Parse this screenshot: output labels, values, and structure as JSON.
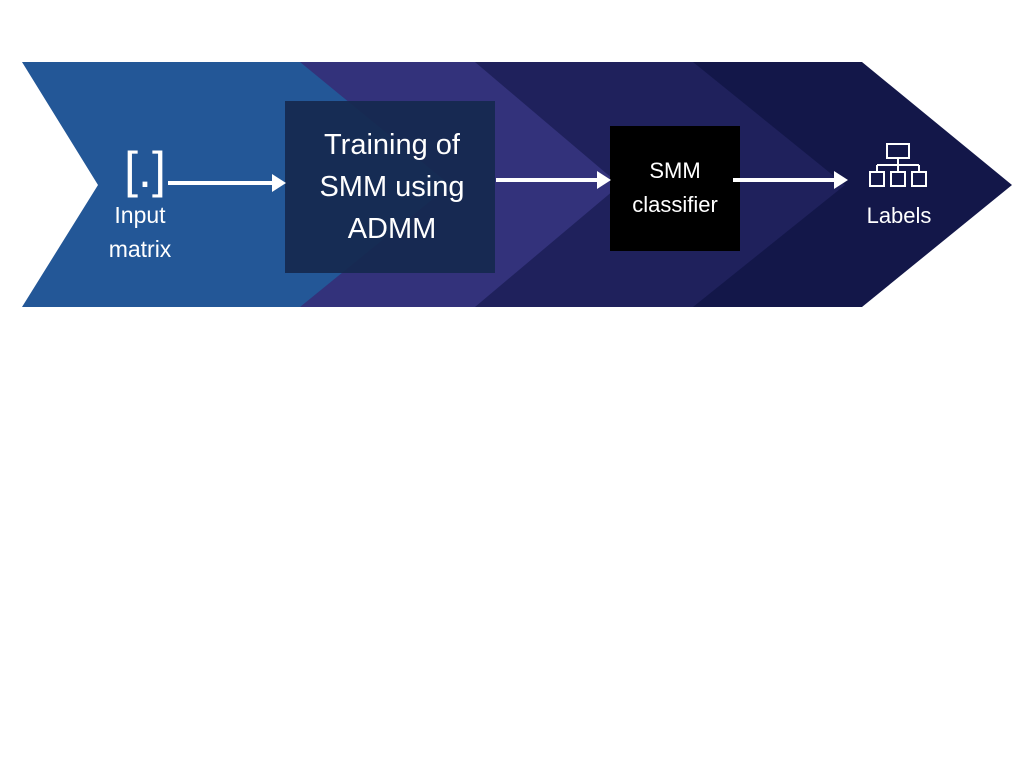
{
  "colors": {
    "stage1": "#235797",
    "stage2": "#33327b",
    "stage3": "#1f215c",
    "stage4": "#131749",
    "training_box": "#16294f",
    "smm_box": "#000000",
    "arrow": "#ffffff",
    "text": "#ffffff",
    "background": "#ffffff"
  },
  "nodes": {
    "input": {
      "icon": "bracket-matrix-icon",
      "icon_text": "[.]",
      "label": "Input\nmatrix"
    },
    "training": {
      "label": "Training of\nSMM using\nADMM"
    },
    "classifier": {
      "label": "SMM\nclassifier"
    },
    "output": {
      "icon": "hierarchy-icon",
      "label": "Labels"
    }
  },
  "edges": [
    {
      "from": "input",
      "to": "training"
    },
    {
      "from": "training",
      "to": "classifier"
    },
    {
      "from": "classifier",
      "to": "output"
    }
  ]
}
